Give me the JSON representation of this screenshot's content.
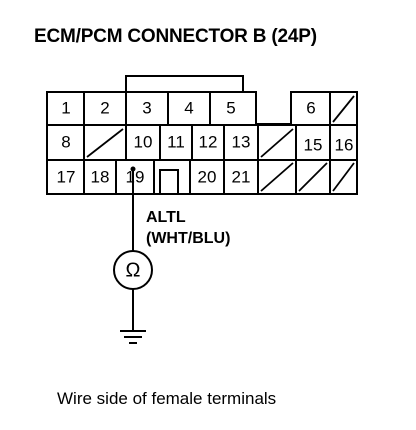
{
  "title": "ECM/PCM CONNECTOR B (24P)",
  "connector": {
    "rows": [
      [
        {
          "label": "1"
        },
        {
          "label": "2"
        },
        {
          "label": "3"
        },
        {
          "label": "4"
        },
        {
          "label": "5"
        },
        {
          "label": "",
          "type": "gap"
        },
        {
          "label": "6"
        },
        {
          "label": "",
          "type": "empty"
        }
      ],
      [
        {
          "label": "8"
        },
        {
          "label": "",
          "type": "empty"
        },
        {
          "label": "10"
        },
        {
          "label": "11"
        },
        {
          "label": "12"
        },
        {
          "label": "13"
        },
        {
          "label": "",
          "type": "empty"
        },
        {
          "label": "15"
        },
        {
          "label": "16"
        }
      ],
      [
        {
          "label": "17"
        },
        {
          "label": "18"
        },
        {
          "label": "19"
        },
        {
          "label": "",
          "type": "gap"
        },
        {
          "label": "20"
        },
        {
          "label": "21"
        },
        {
          "label": "",
          "type": "empty"
        },
        {
          "label": "",
          "type": "empty"
        },
        {
          "label": "",
          "type": "empty"
        }
      ]
    ]
  },
  "wire": {
    "name": "ALTL",
    "color": "(WHT/BLU)",
    "terminal": "19"
  },
  "meter_symbol": "Ω",
  "caption": "Wire side of female terminals"
}
